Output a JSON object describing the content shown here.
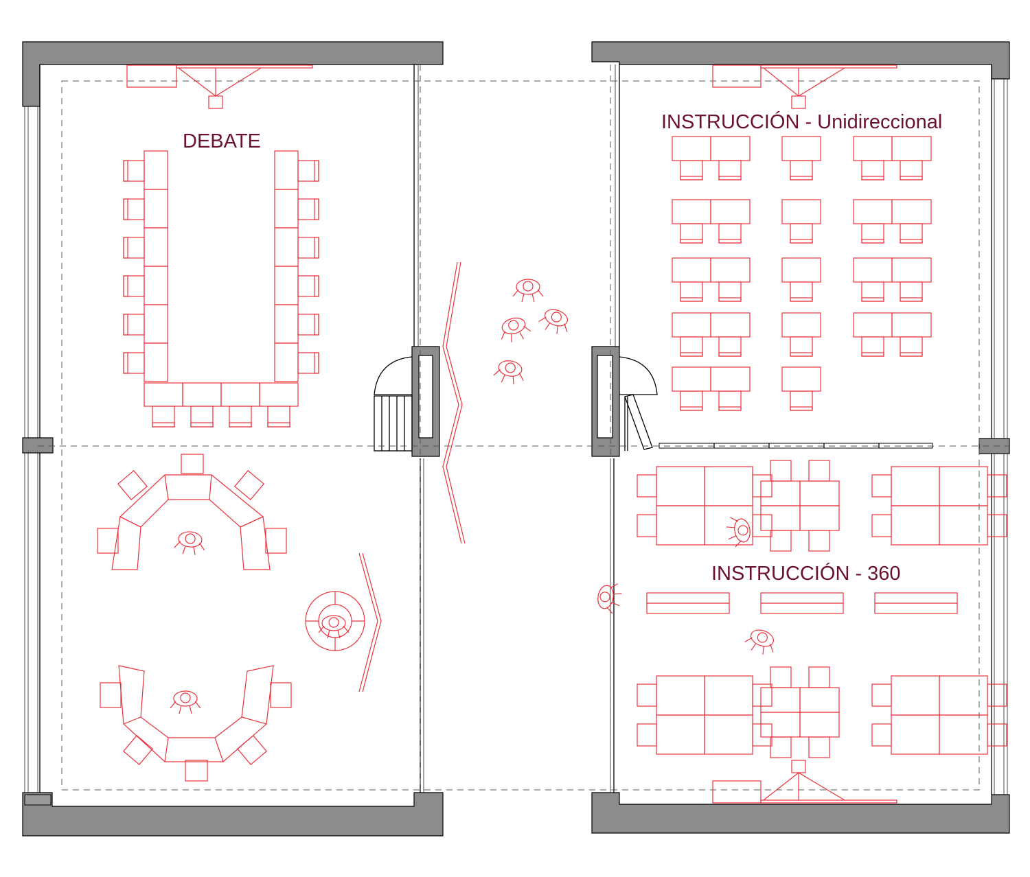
{
  "labels": {
    "debate": "DEBATE",
    "instruccion_uni": "INSTRUCCIÓN - Unidireccional",
    "instruccion_360": "INSTRUCCIÓN - 360"
  },
  "colors": {
    "label": "#6b1030",
    "furniture": "#e8323c",
    "wall_fill": "#8c8c8c",
    "line": "#000000"
  }
}
